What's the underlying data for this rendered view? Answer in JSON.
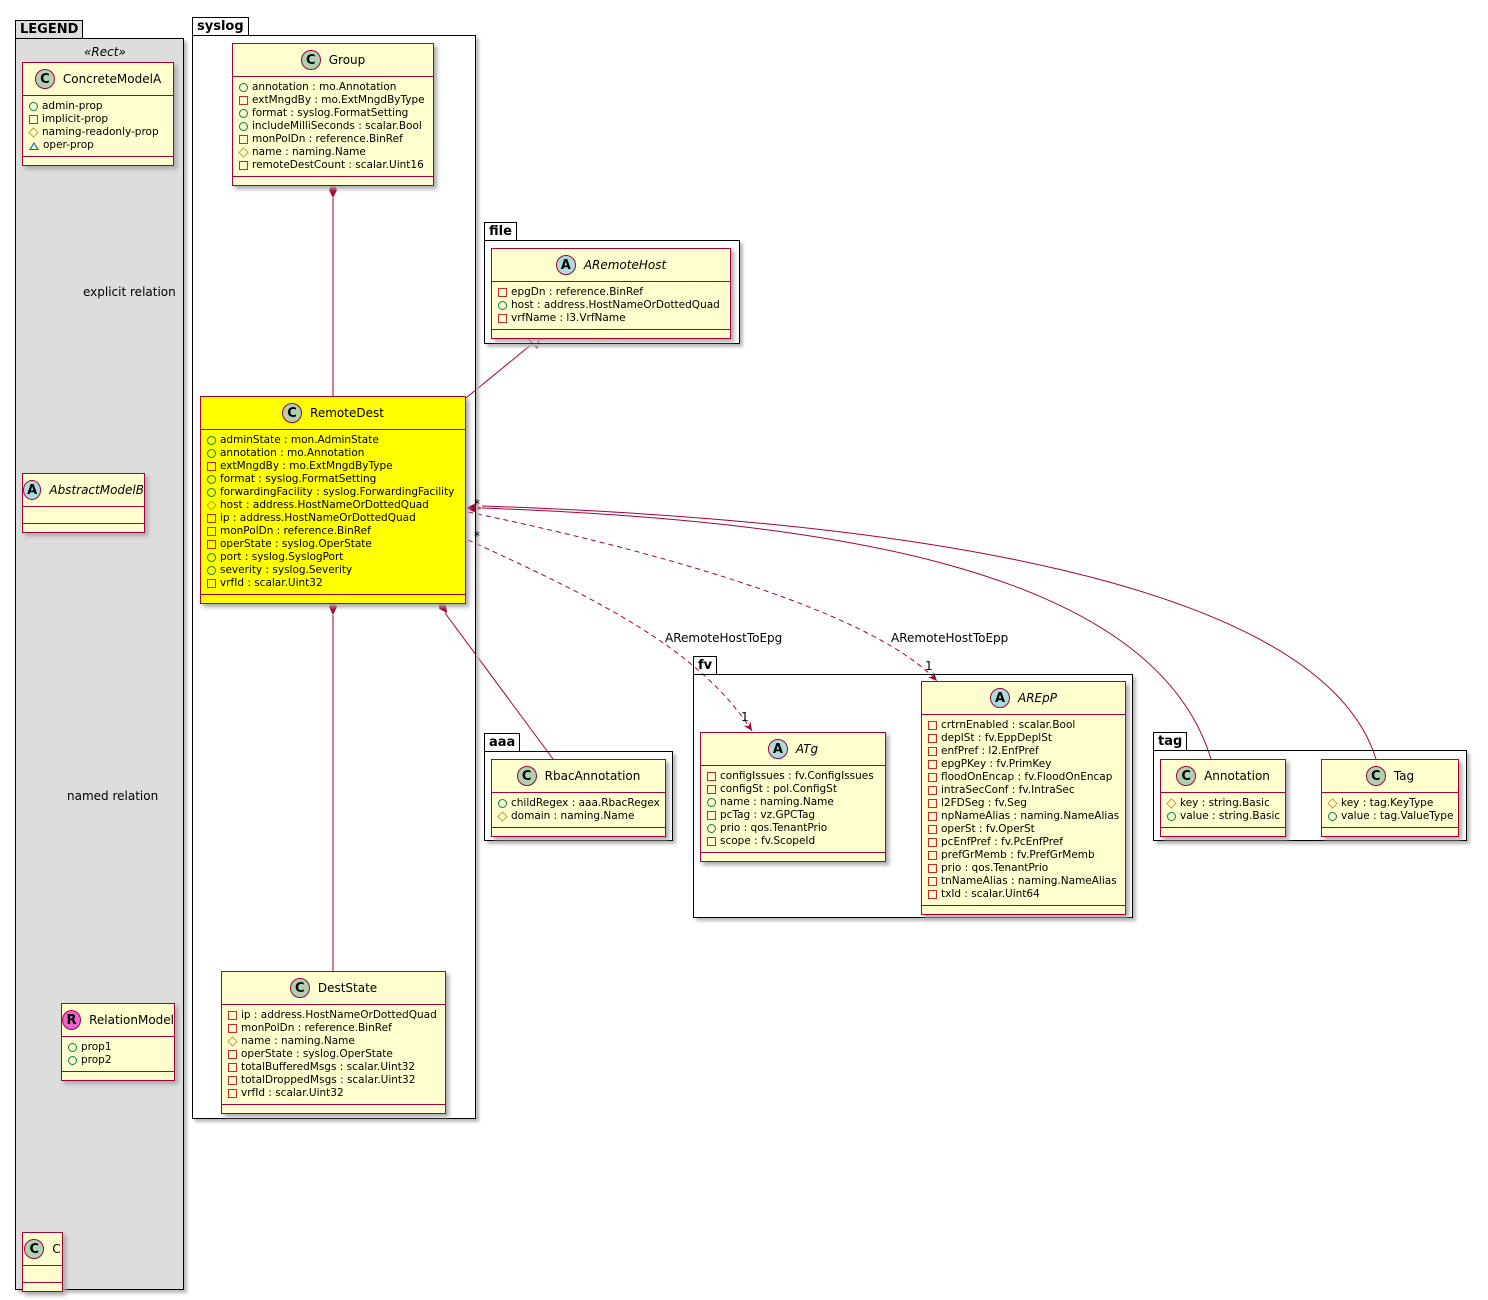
{
  "colors": {
    "border": "#A80036",
    "class_fill": "#FEFECE",
    "highlight": "#FFFF00",
    "legend_fill": "#DDDDDD",
    "spot_C": "#ADD1B2",
    "spot_A": "#A9DCDF",
    "spot_R": "#EB63D1"
  },
  "packages": [
    {
      "id": "legend",
      "name": "LEGEND",
      "stereotype": "«Rect»",
      "classes": [
        {
          "id": "ConcreteModelA",
          "kind": "C",
          "name": "ConcreteModelA",
          "attrs": [
            [
              "pub",
              "admin-prop"
            ],
            [
              "priv",
              "implicit-prop"
            ],
            [
              "prot",
              "naming-readonly-prop"
            ],
            [
              "pkgv",
              "oper-prop"
            ]
          ]
        },
        {
          "id": "AbstractModelB",
          "kind": "A",
          "name": "AbstractModelB",
          "attrs": []
        },
        {
          "id": "RelationModel",
          "kind": "R",
          "name": "RelationModel",
          "attrs": [
            [
              "pub",
              "prop1"
            ],
            [
              "pub",
              "prop2"
            ]
          ]
        },
        {
          "id": "C",
          "kind": "C",
          "name": "C",
          "attrs": []
        }
      ]
    },
    {
      "id": "syslog",
      "name": "syslog",
      "classes": [
        {
          "id": "Group",
          "kind": "C",
          "name": "Group",
          "attrs": [
            [
              "pub",
              "annotation : mo.Annotation"
            ],
            [
              "priv",
              "extMngdBy : mo.ExtMngdByType"
            ],
            [
              "pub",
              "format : syslog.FormatSetting"
            ],
            [
              "pub",
              "includeMilliSeconds : scalar.Bool"
            ],
            [
              "priv",
              "monPolDn : reference.BinRef"
            ],
            [
              "prot",
              "name : naming.Name"
            ],
            [
              "priv",
              "remoteDestCount : scalar.Uint16"
            ]
          ]
        },
        {
          "id": "RemoteDest",
          "kind": "C",
          "name": "RemoteDest",
          "highlight": true,
          "attrs": [
            [
              "pub",
              "adminState : mon.AdminState"
            ],
            [
              "pub",
              "annotation : mo.Annotation"
            ],
            [
              "priv",
              "extMngdBy : mo.ExtMngdByType"
            ],
            [
              "pub",
              "format : syslog.FormatSetting"
            ],
            [
              "pub",
              "forwardingFacility : syslog.ForwardingFacility"
            ],
            [
              "prot",
              "host : address.HostNameOrDottedQuad"
            ],
            [
              "priv",
              "ip : address.HostNameOrDottedQuad"
            ],
            [
              "priv",
              "monPolDn : reference.BinRef"
            ],
            [
              "priv",
              "operState : syslog.OperState"
            ],
            [
              "pub",
              "port : syslog.SyslogPort"
            ],
            [
              "pub",
              "severity : syslog.Severity"
            ],
            [
              "priv",
              "vrfId : scalar.Uint32"
            ]
          ]
        },
        {
          "id": "DestState",
          "kind": "C",
          "name": "DestState",
          "attrs": [
            [
              "priv",
              "ip : address.HostNameOrDottedQuad"
            ],
            [
              "priv",
              "monPolDn : reference.BinRef"
            ],
            [
              "prot",
              "name : naming.Name"
            ],
            [
              "priv",
              "operState : syslog.OperState"
            ],
            [
              "priv",
              "totalBufferedMsgs : scalar.Uint32"
            ],
            [
              "priv",
              "totalDroppedMsgs : scalar.Uint32"
            ],
            [
              "priv",
              "vrfId : scalar.Uint32"
            ]
          ]
        }
      ]
    },
    {
      "id": "file",
      "name": "file",
      "classes": [
        {
          "id": "ARemoteHost",
          "kind": "A",
          "name": "ARemoteHost",
          "attrs": [
            [
              "priv",
              "epgDn : reference.BinRef"
            ],
            [
              "pub",
              "host : address.HostNameOrDottedQuad"
            ],
            [
              "priv",
              "vrfName : l3.VrfName"
            ]
          ]
        }
      ]
    },
    {
      "id": "aaa",
      "name": "aaa",
      "classes": [
        {
          "id": "RbacAnnotation",
          "kind": "C",
          "name": "RbacAnnotation",
          "attrs": [
            [
              "pub",
              "childRegex : aaa.RbacRegex"
            ],
            [
              "prot",
              "domain : naming.Name"
            ]
          ]
        }
      ]
    },
    {
      "id": "fv",
      "name": "fv",
      "classes": [
        {
          "id": "ATg",
          "kind": "A",
          "name": "ATg",
          "attrs": [
            [
              "priv",
              "configIssues : fv.ConfigIssues"
            ],
            [
              "priv",
              "configSt : pol.ConfigSt"
            ],
            [
              "pub",
              "name : naming.Name"
            ],
            [
              "priv",
              "pcTag : vz.GPCTag"
            ],
            [
              "pub",
              "prio : qos.TenantPrio"
            ],
            [
              "priv",
              "scope : fv.ScopeId"
            ]
          ]
        },
        {
          "id": "AREpP",
          "kind": "A",
          "name": "AREpP",
          "attrs": [
            [
              "priv",
              "crtrnEnabled : scalar.Bool"
            ],
            [
              "priv",
              "deplSt : fv.EppDeplSt"
            ],
            [
              "priv",
              "enfPref : l2.EnfPref"
            ],
            [
              "priv",
              "epgPKey : fv.PrimKey"
            ],
            [
              "priv",
              "floodOnEncap : fv.FloodOnEncap"
            ],
            [
              "priv",
              "intraSecConf : fv.IntraSec"
            ],
            [
              "priv",
              "l2FDSeg : fv.Seg"
            ],
            [
              "priv",
              "npNameAlias : naming.NameAlias"
            ],
            [
              "priv",
              "operSt : fv.OperSt"
            ],
            [
              "priv",
              "pcEnfPref : fv.PcEnfPref"
            ],
            [
              "priv",
              "prefGrMemb : fv.PrefGrMemb"
            ],
            [
              "priv",
              "prio : qos.TenantPrio"
            ],
            [
              "priv",
              "tnNameAlias : naming.NameAlias"
            ],
            [
              "priv",
              "txId : scalar.Uint64"
            ]
          ]
        }
      ]
    },
    {
      "id": "tag",
      "name": "tag",
      "classes": [
        {
          "id": "Annotation",
          "kind": "C",
          "name": "Annotation",
          "attrs": [
            [
              "prot",
              "key : string.Basic"
            ],
            [
              "pub",
              "value : string.Basic"
            ]
          ]
        },
        {
          "id": "Tag",
          "kind": "C",
          "name": "Tag",
          "attrs": [
            [
              "prot",
              "key : tag.KeyType"
            ],
            [
              "pub",
              "value : tag.ValueType"
            ]
          ]
        }
      ]
    }
  ],
  "relations": {
    "explicit": "explicit relation",
    "named": "named relation",
    "epg": "ARemoteHostToEpg",
    "epp": "ARemoteHostToEpp",
    "mult_one": "1",
    "mult_many": "*"
  }
}
